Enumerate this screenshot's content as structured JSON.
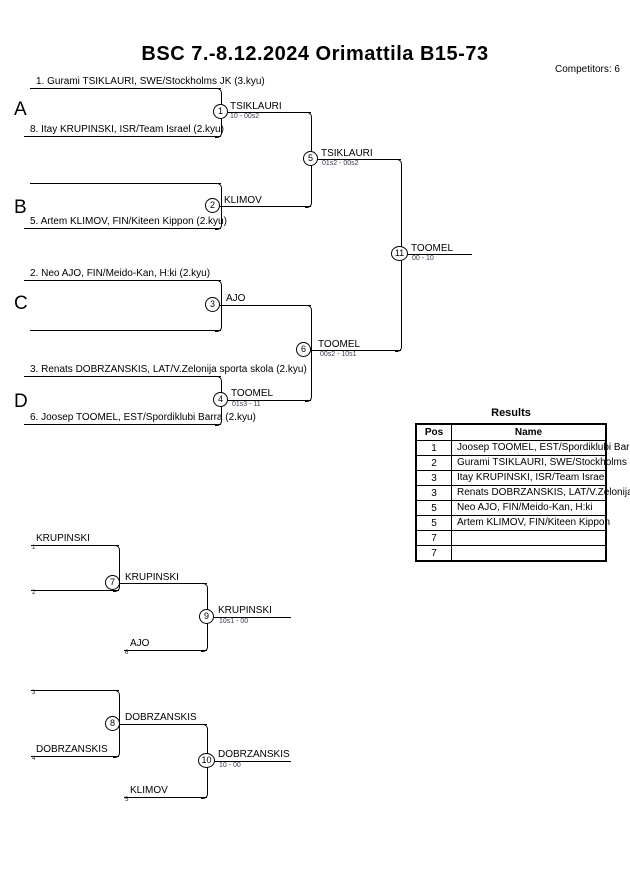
{
  "header": {
    "title": "BSC  7.-8.12.2024  Orimattila   B15-73",
    "competitors_label": "Competitors: 6"
  },
  "pools": [
    {
      "letter": "A"
    },
    {
      "letter": "B"
    },
    {
      "letter": "C"
    },
    {
      "letter": "D"
    }
  ],
  "entries": {
    "a_top": "1. Gurami TSIKLAURI, SWE/Stockholms JK (3.kyu)",
    "a_bottom": "8. Itay KRUPINSKI, ISR/Team Israel (2.kyu)",
    "b_top": "",
    "b_bottom": "5. Artem KLIMOV, FIN/Kiteen Kippon (2.kyu)",
    "c_top": "2. Neo AJO, FIN/Meido-Kan, H:ki (2.kyu)",
    "c_bottom": "",
    "d_top": "3. Renats DOBRZANSKIS, LAT/V.Zelonija sporta skola (2.kyu)",
    "d_bottom": "6. Joosep TOOMEL, EST/Spordiklubi Barra (2.kyu)"
  },
  "matches": {
    "m1": {
      "no": "1",
      "winner": "TSIKLAURI",
      "score": "10 - 00s2"
    },
    "m2": {
      "no": "2",
      "winner": "KLIMOV",
      "score": ""
    },
    "m3": {
      "no": "3",
      "winner": "AJO",
      "score": ""
    },
    "m4": {
      "no": "4",
      "winner": "TOOMEL",
      "score": "01s3 - 11"
    },
    "m5": {
      "no": "5",
      "winner": "TSIKLAURI",
      "score": "01s2 - 00s2"
    },
    "m6": {
      "no": "6",
      "winner": "TOOMEL",
      "score": "00s2 - 10s1"
    },
    "m11": {
      "no": "11",
      "winner": "TOOMEL",
      "score": "00 - 10"
    },
    "m7": {
      "no": "7",
      "winner": "KRUPINSKI",
      "score": ""
    },
    "m8": {
      "no": "8",
      "winner": "DOBRZANSKIS",
      "score": ""
    },
    "m9": {
      "no": "9",
      "winner": "KRUPINSKI",
      "score": "10s1 - 00"
    },
    "m10": {
      "no": "10",
      "winner": "DOBRZANSKIS",
      "score": "10 - 00"
    }
  },
  "repechage": {
    "r1_top_name": "KRUPINSKI",
    "r1_top_slot": "1",
    "r1_bottom_name": "",
    "r1_bottom_slot": "2",
    "r1_feed_name": "AJO",
    "r1_feed_slot": "6",
    "r2_top_name": "",
    "r2_top_slot": "3",
    "r2_bottom_name": "DOBRZANSKIS",
    "r2_bottom_slot": "4",
    "r2_feed_name": "KLIMOV",
    "r2_feed_slot": "5"
  },
  "results": {
    "title": "Results",
    "columns": [
      "Pos",
      "Name"
    ],
    "rows": [
      {
        "pos": "1",
        "name": "Joosep TOOMEL, EST/Spordiklubi Barra"
      },
      {
        "pos": "2",
        "name": "Gurami TSIKLAURI, SWE/Stockholms JK"
      },
      {
        "pos": "3",
        "name": "Itay KRUPINSKI, ISR/Team Israel"
      },
      {
        "pos": "3",
        "name": "Renats DOBRZANSKIS, LAT/V.Zelonija sporta skola"
      },
      {
        "pos": "5",
        "name": "Neo AJO, FIN/Meido-Kan, H:ki"
      },
      {
        "pos": "5",
        "name": "Artem KLIMOV, FIN/Kiteen Kippon"
      },
      {
        "pos": "7",
        "name": ""
      },
      {
        "pos": "7",
        "name": ""
      }
    ]
  }
}
